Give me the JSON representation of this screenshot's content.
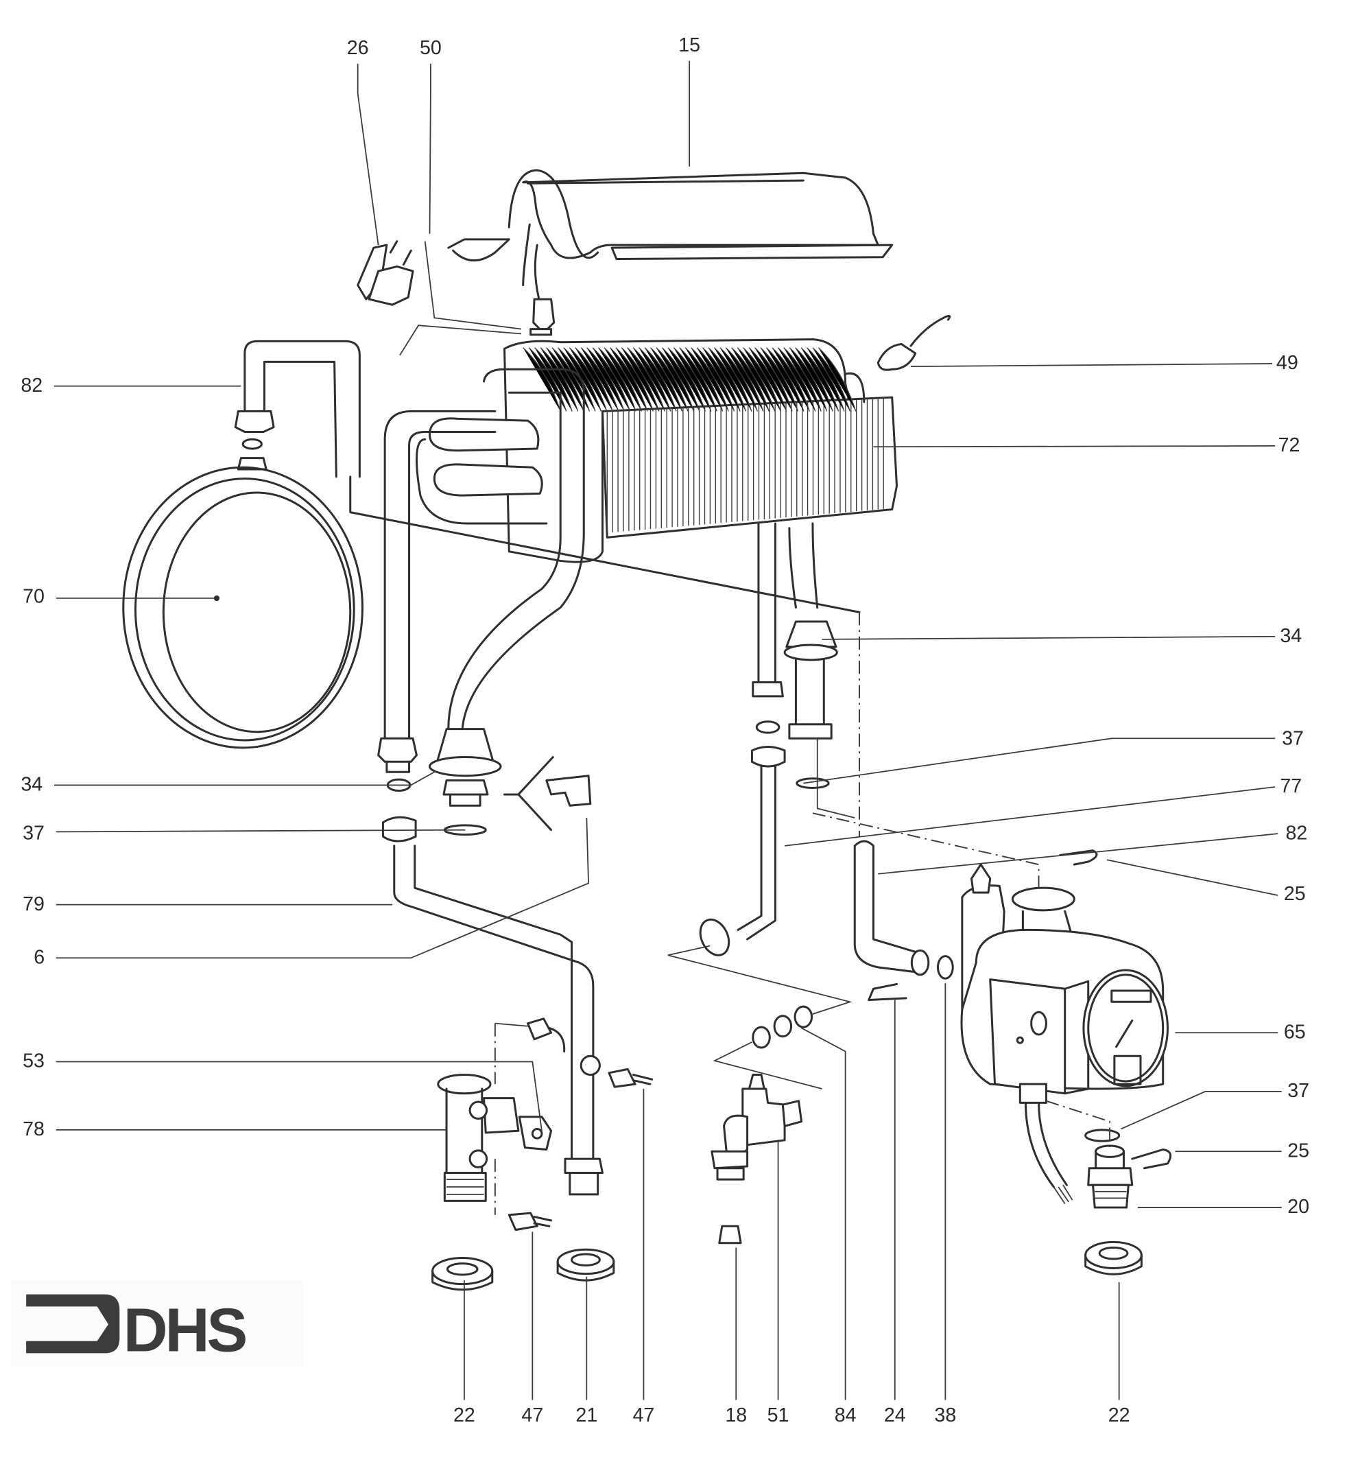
{
  "diagram": {
    "title": "Boiler hydraulic assembly – exploded parts view",
    "logo": {
      "text": "DHS",
      "color": "#3c3c3c"
    },
    "line_color": "#2f2f2f",
    "callouts": {
      "top": [
        "26",
        "50",
        "15"
      ],
      "right": [
        "49",
        "72",
        "34",
        "37",
        "77",
        "82",
        "25",
        "65",
        "37",
        "25",
        "20"
      ],
      "left": [
        "82",
        "70",
        "34",
        "37",
        "79",
        "6",
        "53",
        "78"
      ],
      "bottom": [
        "22",
        "47",
        "21",
        "47",
        "18",
        "51",
        "84",
        "24",
        "38",
        "22"
      ]
    },
    "parts": [
      {
        "ref": "15",
        "name": "combustion chamber hood"
      },
      {
        "ref": "26",
        "name": "clip"
      },
      {
        "ref": "50",
        "name": "sensor"
      },
      {
        "ref": "49",
        "name": "temperature sensor"
      },
      {
        "ref": "72",
        "name": "heat exchanger"
      },
      {
        "ref": "82",
        "name": "pipe"
      },
      {
        "ref": "70",
        "name": "expansion vessel"
      },
      {
        "ref": "34",
        "name": "connector"
      },
      {
        "ref": "37",
        "name": "o-ring"
      },
      {
        "ref": "79",
        "name": "pipe"
      },
      {
        "ref": "6",
        "name": "clip"
      },
      {
        "ref": "53",
        "name": "sensor"
      },
      {
        "ref": "78",
        "name": "tee fitting"
      },
      {
        "ref": "77",
        "name": "pipe"
      },
      {
        "ref": "25",
        "name": "retaining clip"
      },
      {
        "ref": "65",
        "name": "circulation pump"
      },
      {
        "ref": "20",
        "name": "connector"
      },
      {
        "ref": "22",
        "name": "nut"
      },
      {
        "ref": "47",
        "name": "sensor"
      },
      {
        "ref": "21",
        "name": "nut"
      },
      {
        "ref": "18",
        "name": "plug"
      },
      {
        "ref": "51",
        "name": "safety valve"
      },
      {
        "ref": "84",
        "name": "washer set"
      },
      {
        "ref": "24",
        "name": "clip"
      },
      {
        "ref": "38",
        "name": "seal"
      }
    ]
  }
}
